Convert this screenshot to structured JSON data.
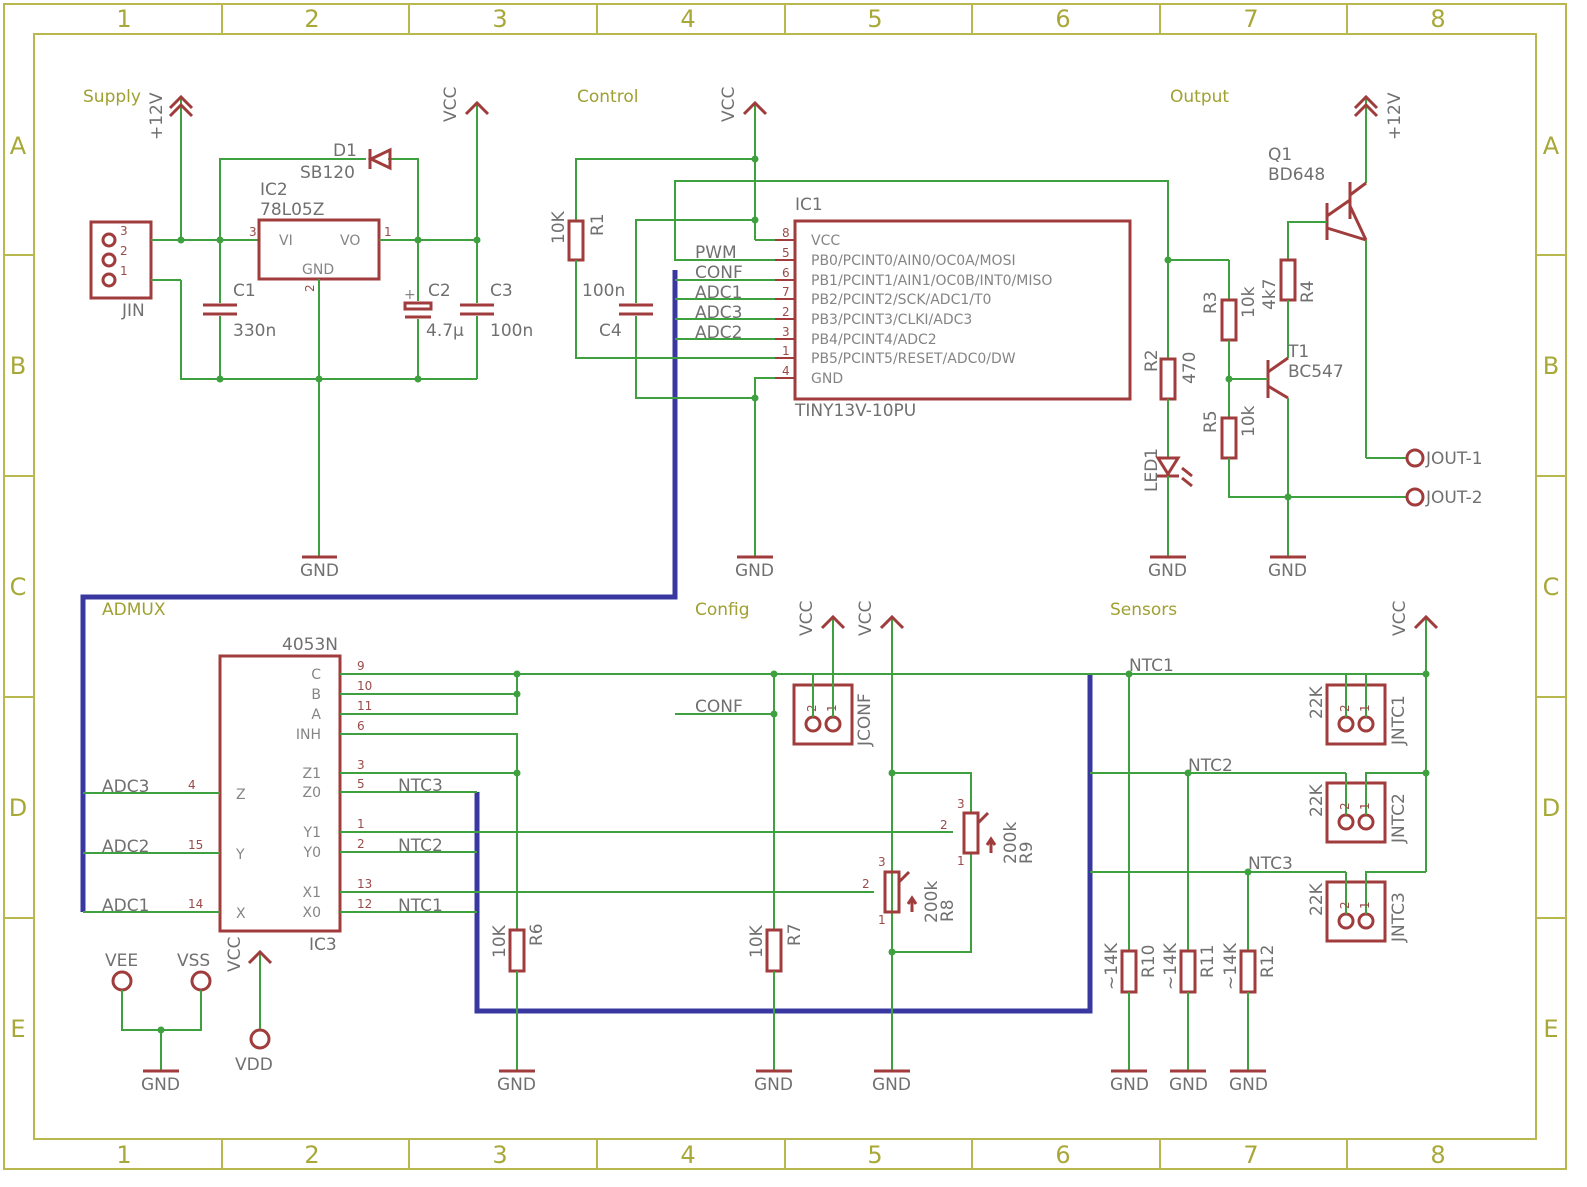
{
  "frame": {
    "columns": [
      "1",
      "2",
      "3",
      "4",
      "5",
      "6",
      "7",
      "8"
    ],
    "rows": [
      "A",
      "B",
      "C",
      "D",
      "E"
    ]
  },
  "sections": {
    "supply": "Supply",
    "control": "Control",
    "output": "Output",
    "admux": "ADMUX",
    "config": "Config",
    "sensors": "Sensors"
  },
  "power": {
    "p12v": "+12V",
    "vcc": "VCC",
    "gnd": "GND",
    "vee": "VEE",
    "vss": "VSS",
    "vdd": "VDD"
  },
  "supply": {
    "jin": {
      "name": "JIN",
      "pins": [
        "3",
        "2",
        "1"
      ]
    },
    "d1": {
      "name": "D1",
      "value": "SB120"
    },
    "ic2": {
      "name": "IC2",
      "value": "78L05Z",
      "vi": "VI",
      "vo": "VO",
      "gnd": "GND",
      "pin_vi": "3",
      "pin_vo": "1",
      "pin_gnd": "2"
    },
    "c1": {
      "name": "C1",
      "value": "330n"
    },
    "c2": {
      "name": "C2",
      "value": "4.7µ",
      "polarity": "+"
    },
    "c3": {
      "name": "C3",
      "value": "100n"
    }
  },
  "control": {
    "r1": {
      "name": "R1",
      "value": "10K"
    },
    "c4": {
      "name": "C4",
      "value": "100n"
    },
    "ic1": {
      "name": "IC1",
      "value": "TINY13V-10PU",
      "pins": [
        {
          "num": "8",
          "func": "VCC"
        },
        {
          "num": "5",
          "func": "PB0/PCINT0/AIN0/OC0A/MOSI"
        },
        {
          "num": "6",
          "func": "PB1/PCINT1/AIN1/OC0B/INT0/MISO"
        },
        {
          "num": "7",
          "func": "PB2/PCINT2/SCK/ADC1/T0"
        },
        {
          "num": "2",
          "func": "PB3/PCINT3/CLKI/ADC3"
        },
        {
          "num": "3",
          "func": "PB4/PCINT4/ADC2"
        },
        {
          "num": "1",
          "func": "PB5/PCINT5/RESET/ADC0/DW"
        },
        {
          "num": "4",
          "func": "GND"
        }
      ]
    },
    "nets": [
      "PWM",
      "CONF",
      "ADC1",
      "ADC3",
      "ADC2"
    ]
  },
  "output": {
    "q1": {
      "name": "Q1",
      "value": "BD648"
    },
    "t1": {
      "name": "T1",
      "value": "BC547"
    },
    "r2": {
      "name": "R2",
      "value": "470"
    },
    "r3": {
      "name": "R3",
      "value": "10k"
    },
    "r4": {
      "name": "R4",
      "value": "4k7"
    },
    "r5": {
      "name": "R5",
      "value": "10k"
    },
    "led1": {
      "name": "LED1"
    },
    "jout1": "JOUT-1",
    "jout2": "JOUT-2"
  },
  "admux": {
    "ic3": {
      "name": "IC3",
      "value": "4053N",
      "vcc": "VCC"
    },
    "left_pins": [
      {
        "net": "ADC3",
        "num": "4",
        "func": "Z"
      },
      {
        "net": "ADC2",
        "num": "15",
        "func": "Y"
      },
      {
        "net": "ADC1",
        "num": "14",
        "func": "X"
      }
    ],
    "right_pins": [
      {
        "func": "C",
        "num": "9",
        "net": ""
      },
      {
        "func": "B",
        "num": "10",
        "net": ""
      },
      {
        "func": "A",
        "num": "11",
        "net": ""
      },
      {
        "func": "INH",
        "num": "6",
        "net": ""
      },
      {
        "func": "Z1",
        "num": "3",
        "net": ""
      },
      {
        "func": "Z0",
        "num": "5",
        "net": "NTC3"
      },
      {
        "func": "Y1",
        "num": "1",
        "net": ""
      },
      {
        "func": "Y0",
        "num": "2",
        "net": "NTC2"
      },
      {
        "func": "X1",
        "num": "13",
        "net": ""
      },
      {
        "func": "X0",
        "num": "12",
        "net": "NTC1"
      }
    ],
    "r6": {
      "name": "R6",
      "value": "10K"
    }
  },
  "config": {
    "conf_net": "CONF",
    "r7": {
      "name": "R7",
      "value": "10K"
    },
    "r8": {
      "name": "R8",
      "value": "200k"
    },
    "r9": {
      "name": "R9",
      "value": "200k"
    },
    "jconf": {
      "name": "JCONF",
      "pins": [
        "2",
        "1"
      ]
    }
  },
  "sensors": {
    "nets": [
      "NTC1",
      "NTC2",
      "NTC3"
    ],
    "resistors": [
      {
        "name": "R10",
        "value": "~14K"
      },
      {
        "name": "R11",
        "value": "~14K"
      },
      {
        "name": "R12",
        "value": "~14K"
      }
    ],
    "connectors": [
      {
        "name": "JNTC1",
        "value": "22K"
      },
      {
        "name": "JNTC2",
        "value": "22K"
      },
      {
        "name": "JNTC3",
        "value": "22K"
      }
    ],
    "pin2": "2",
    "pin1": "1"
  }
}
